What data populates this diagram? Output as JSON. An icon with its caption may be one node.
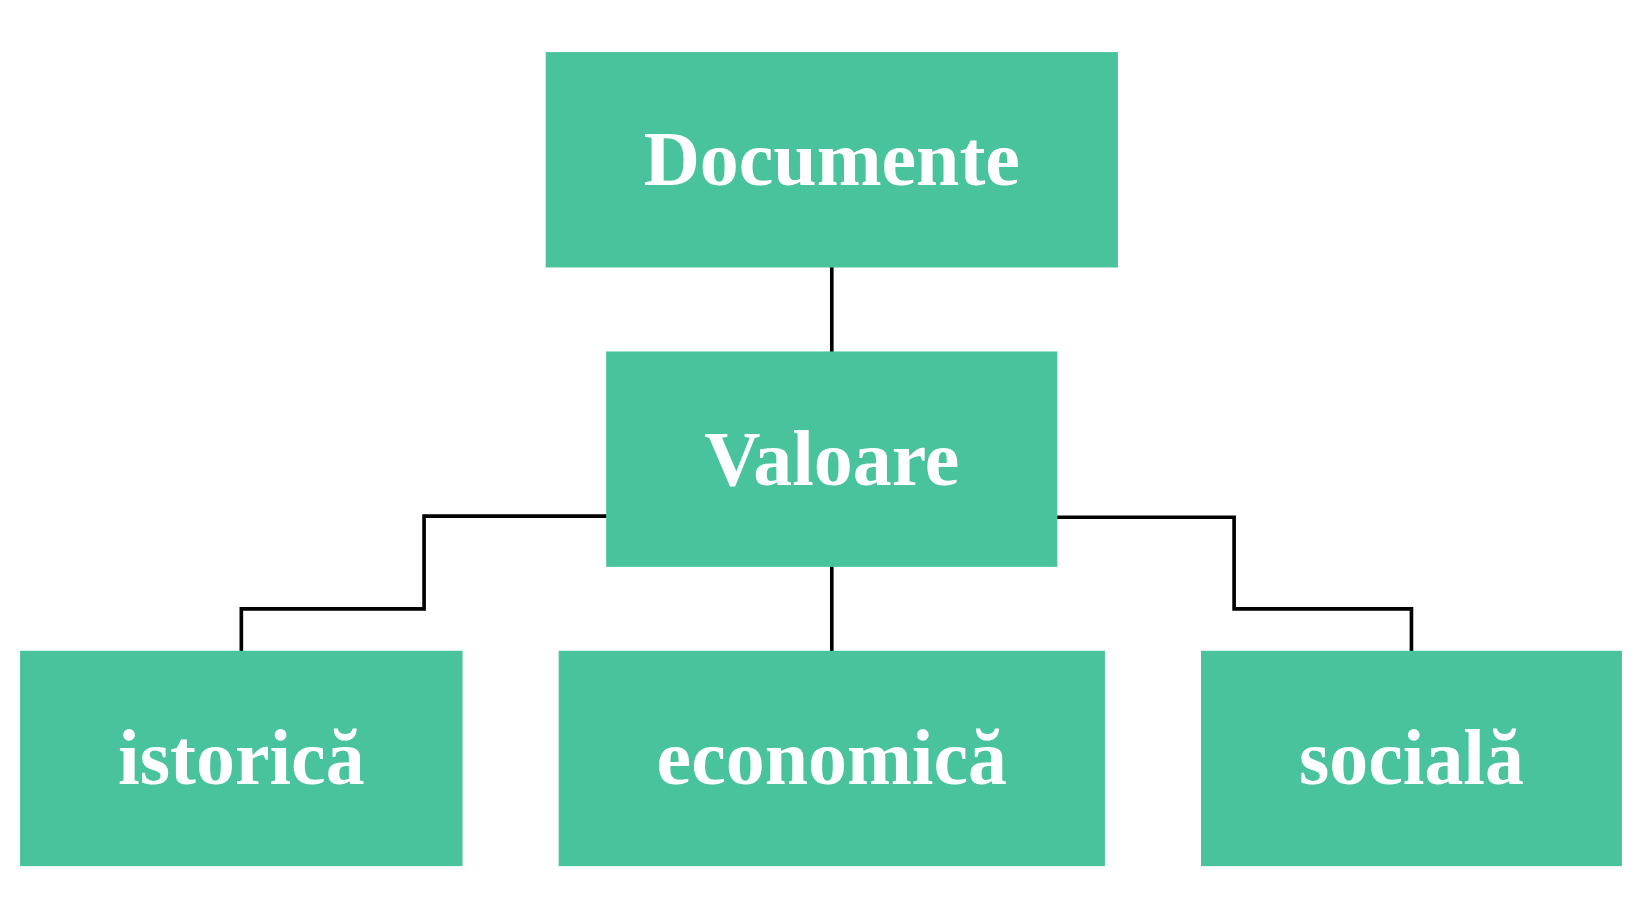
{
  "diagram": {
    "nodes": [
      {
        "text": [
          "Documente"
        ]
      },
      {
        "text": [
          "Valoare"
        ]
      },
      {
        "text": [
          "istorică"
        ]
      },
      {
        "text": [
          "economică"
        ]
      },
      {
        "text": [
          "socială"
        ]
      }
    ],
    "edges": [
      {
        "from": 0,
        "to": 1,
        "arrow": "none"
      },
      {
        "from": 1,
        "to": 2,
        "arrow": "none"
      },
      {
        "from": 1,
        "to": 3,
        "arrow": "none"
      },
      {
        "from": 1,
        "to": 4,
        "arrow": "none"
      }
    ]
  }
}
